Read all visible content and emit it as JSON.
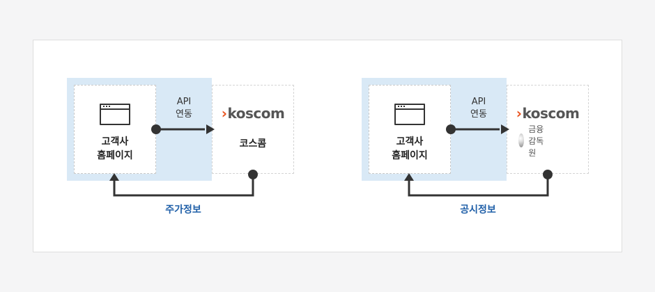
{
  "diagrams": [
    {
      "client_lines": [
        "고객사",
        "홈페이지"
      ],
      "api_lines": [
        "API",
        "연동"
      ],
      "partner": {
        "logo_text": "koscom",
        "label": "코스콤"
      },
      "bottom_label": "주가정보"
    },
    {
      "client_lines": [
        "고객사",
        "홈페이지"
      ],
      "api_lines": [
        "API",
        "연동"
      ],
      "partner": {
        "logo_text": "koscom",
        "secondary_logo_text": "금융감독원"
      },
      "bottom_label": "공시정보"
    }
  ],
  "colors": {
    "highlight_bg": "#d9e9f6",
    "label_blue": "#1f5fa8",
    "koscom_orange": "#e8531f",
    "line": "#333333"
  }
}
